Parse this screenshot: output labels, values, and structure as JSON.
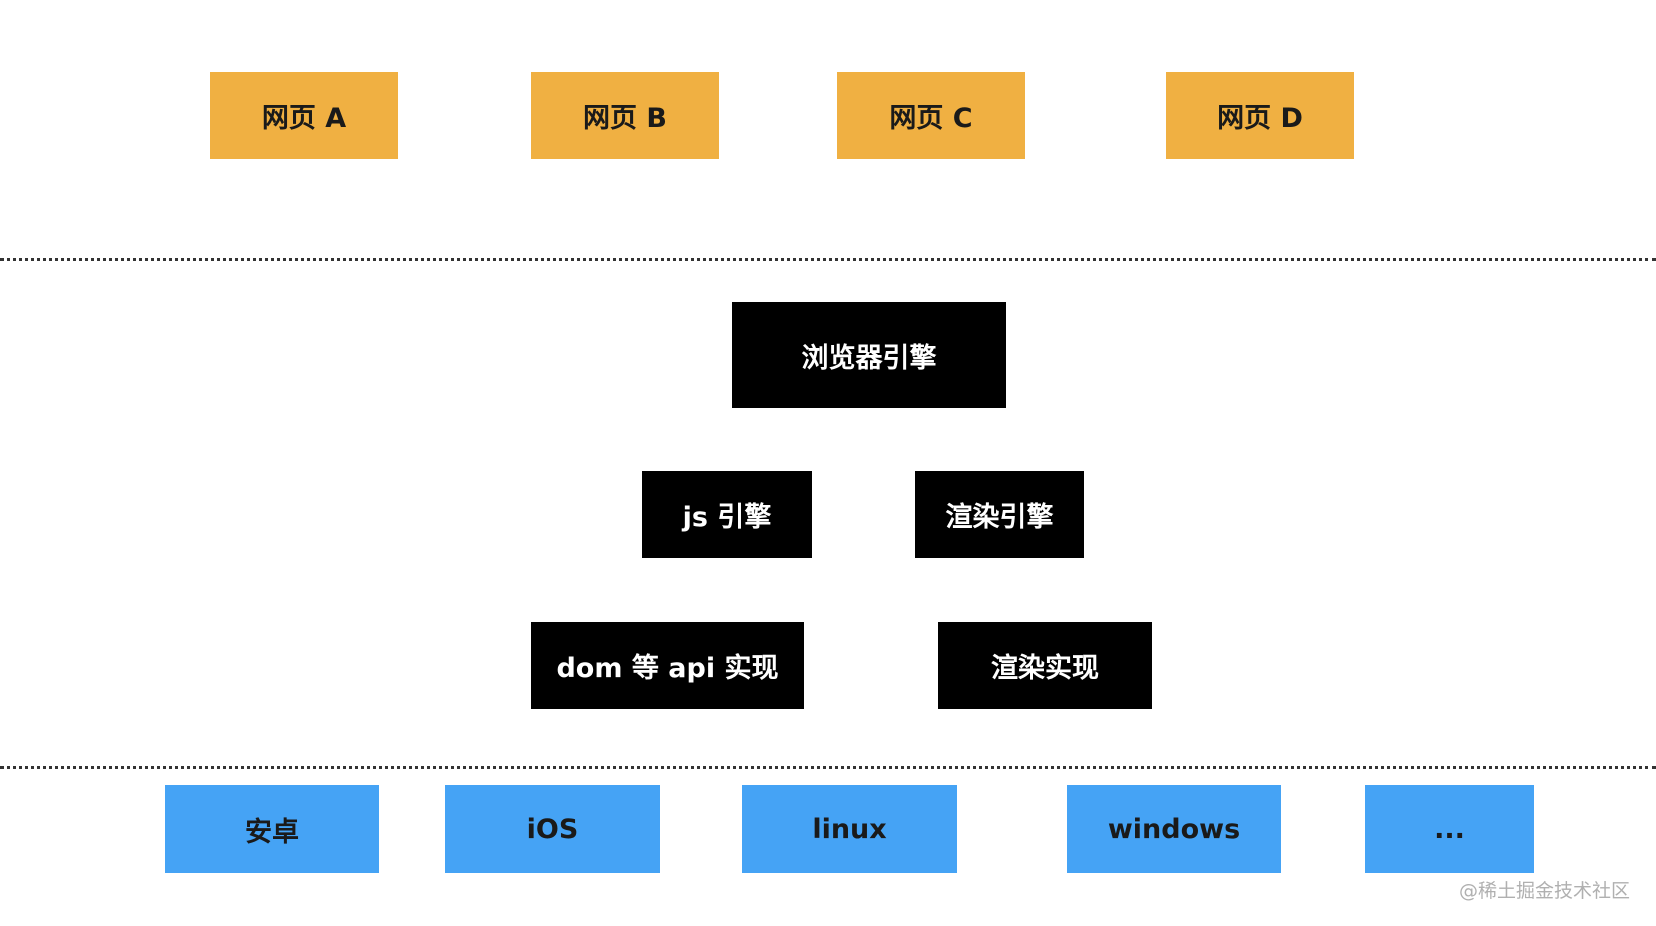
{
  "colors": {
    "page_box": "#F0B042",
    "engine_box": "#000000",
    "platform_box": "#45A3F5",
    "divider": "#333333"
  },
  "pages": [
    {
      "label": "网页 A"
    },
    {
      "label": "网页 B"
    },
    {
      "label": "网页 C"
    },
    {
      "label": "网页 D"
    }
  ],
  "engine": {
    "browser_engine": "浏览器引擎",
    "js_engine": "js 引擎",
    "render_engine": "渲染引擎",
    "dom_api_impl": "dom 等 api 实现",
    "render_impl": "渲染实现"
  },
  "platforms": [
    {
      "label": "安卓"
    },
    {
      "label": "iOS"
    },
    {
      "label": "linux"
    },
    {
      "label": "windows"
    },
    {
      "label": "..."
    }
  ],
  "watermark": "@稀土掘金技术社区"
}
